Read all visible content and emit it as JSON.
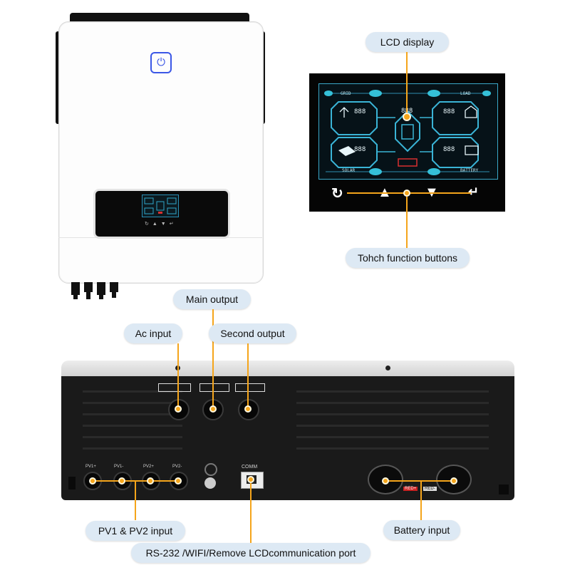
{
  "colors": {
    "accent": "#f5a51b",
    "callout_bg": "#dde9f4",
    "power_icon": "#3b57e6",
    "lcd_cyan": "#3aa8c9"
  },
  "callouts": {
    "lcd_display": "LCD display",
    "touch_buttons": "Tohch function buttons",
    "main_output": "Main output",
    "ac_input": "Ac input",
    "second_output": "Second output",
    "pv_input": "PV1 & PV2 input",
    "battery_input": "Battery input",
    "comm_port": "RS-232 /WIFI/Remove LCDcommunication port"
  },
  "lcd": {
    "grid": "GRID",
    "load": "LOAD",
    "solar": "SOLAR",
    "battery": "BATTERY",
    "digits": "888"
  },
  "unit_labels": {
    "pv1_pos": "PV1+",
    "pv1_neg": "PV1-",
    "pv2_pos": "PV2+",
    "pv2_neg": "PV2-",
    "comm": "COMM",
    "batt_pos": "RED+",
    "batt_neg": "RED-"
  },
  "icons": [
    "power-icon",
    "back-icon",
    "up-arrow-icon",
    "down-arrow-icon",
    "enter-icon"
  ]
}
